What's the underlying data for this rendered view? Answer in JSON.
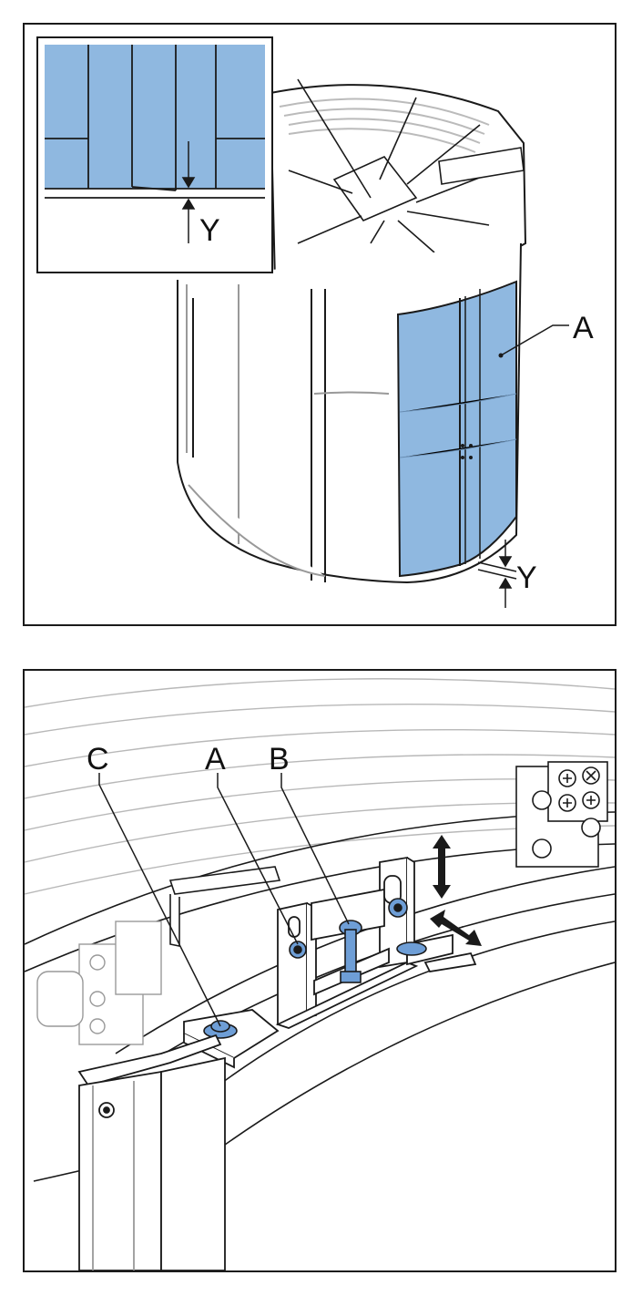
{
  "top_figure": {
    "inset_label_Y": "Y",
    "label_A": "A",
    "label_Y": "Y"
  },
  "bottom_figure": {
    "label_C": "C",
    "label_A": "A",
    "label_B": "B"
  },
  "colors": {
    "glass_blue": "#8fb8e0",
    "fastener_blue": "#6e9ed6",
    "line": "#1a1a1a",
    "light_line": "#b8b8b8"
  }
}
